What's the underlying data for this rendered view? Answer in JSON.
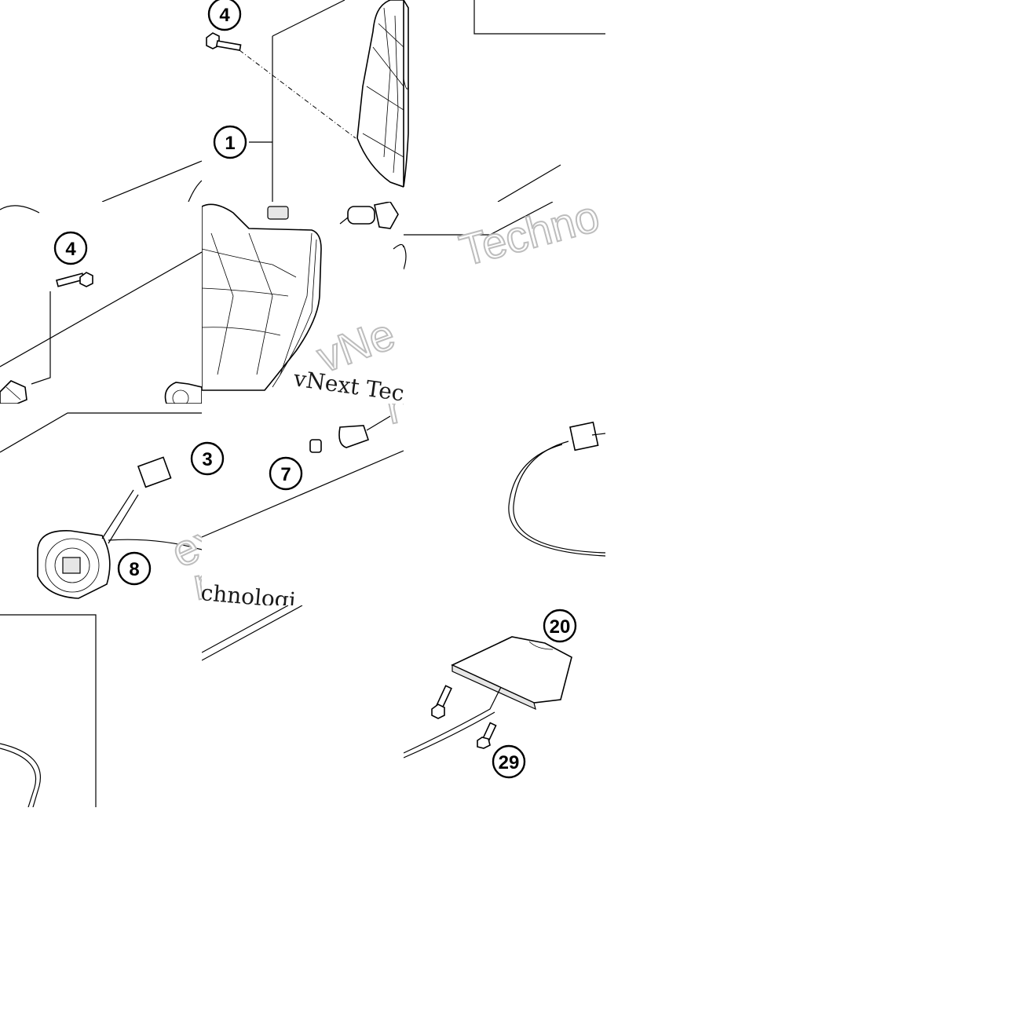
{
  "diagram": {
    "callouts": {
      "c4_top": "4",
      "c1": "1",
      "c4_left": "4",
      "c3": "3",
      "c7": "7",
      "c8": "8",
      "c20": "20",
      "c29": "29"
    },
    "watermarks": {
      "w1": "Techno",
      "w2": "vNe",
      "w3": "vNext Tec",
      "w4": "nologies",
      "w5": "ext",
      "w6": "nologies",
      "w7": "chnologi"
    }
  }
}
